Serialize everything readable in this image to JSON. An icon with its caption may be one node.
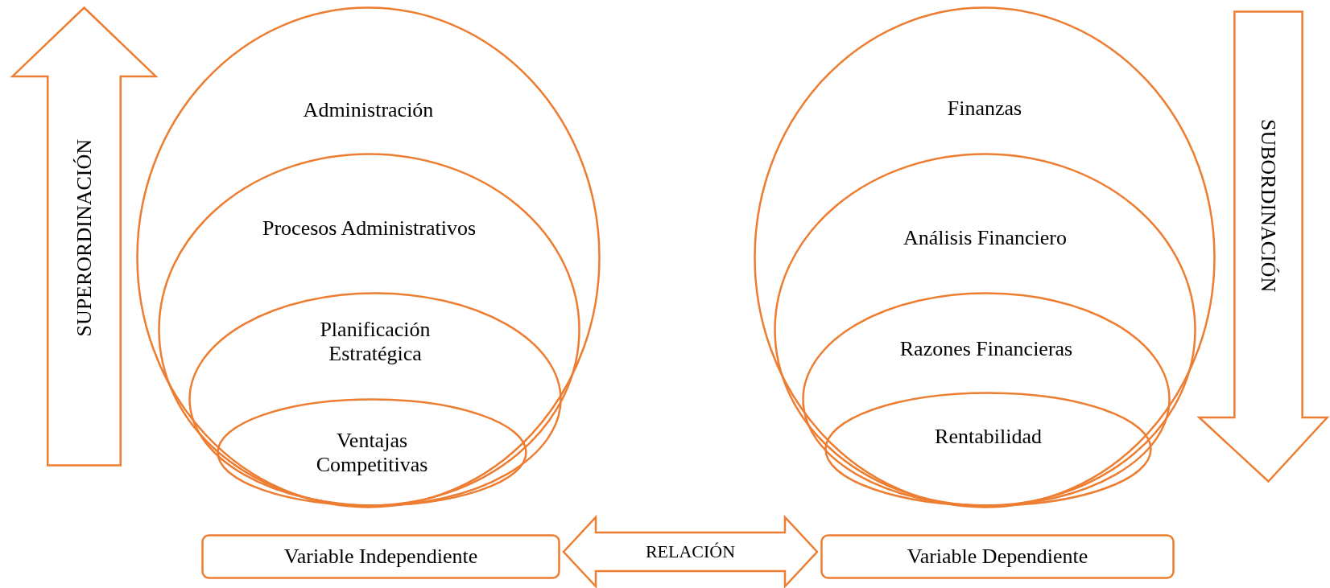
{
  "diagram": {
    "nodes": [
      {
        "text": [
          "SUPERORDINACIÓN"
        ]
      },
      {
        "text": [
          "Administración"
        ]
      },
      {
        "text": [
          "Procesos Administrativos"
        ],
        "in": 1
      },
      {
        "text": [
          "Planificación Estratégica"
        ],
        "in": 2
      },
      {
        "text": [
          "Ventajas Competitivas"
        ],
        "in": 3
      },
      {
        "text": [
          "Finanzas"
        ]
      },
      {
        "text": [
          "Análisis Financiero"
        ],
        "in": 5
      },
      {
        "text": [
          "Razones Financieras"
        ],
        "in": 6
      },
      {
        "text": [
          "Rentabilidad"
        ],
        "in": 7
      },
      {
        "text": [
          "SUBORDINACIÓN"
        ]
      },
      {
        "text": [
          "Variable Independiente"
        ]
      },
      {
        "text": [
          "Variable Dependiente"
        ]
      }
    ],
    "edges": [
      {
        "from": 10,
        "to": 11,
        "arrow": "both",
        "label": "RELACIÓN"
      }
    ]
  }
}
